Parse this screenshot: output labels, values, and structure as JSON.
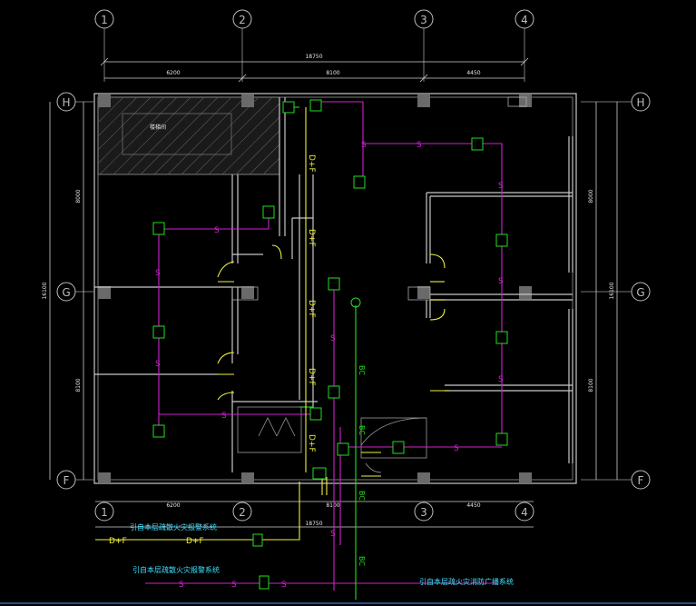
{
  "axes": {
    "top": [
      "1",
      "2",
      "3",
      "4"
    ],
    "bottom": [
      "1",
      "2",
      "3",
      "4"
    ],
    "left": [
      "H",
      "G",
      "F"
    ],
    "right": [
      "H",
      "G",
      "F"
    ]
  },
  "dimensions": {
    "top_total": "18750",
    "top_spans": [
      "6200",
      "8100",
      "4450"
    ],
    "bottom_total": "18750",
    "bottom_spans": [
      "6200",
      "8100",
      "4450"
    ],
    "left_total": "16100",
    "left_spans": [
      "8000",
      "8100"
    ],
    "right_total": "16100",
    "right_spans": [
      "8000",
      "8100"
    ]
  },
  "labels": {
    "stair": "楼梯间",
    "note_alarm_1": "引自本层疏散火灾报警系统",
    "note_alarm_2": "引自本层疏散火灾报警系统",
    "note_broadcast": "引自本层疏火灾消防广播系统"
  },
  "symbols": {
    "smoke": "S",
    "bc": "BC",
    "df": "D+F"
  },
  "colors": {
    "background": "#000000",
    "walls": "#c8c8c8",
    "alarm_line": "#d020d0",
    "broadcast_line": "#20e020",
    "control_line": "#f0f040",
    "note_text": "#40e0ff"
  }
}
